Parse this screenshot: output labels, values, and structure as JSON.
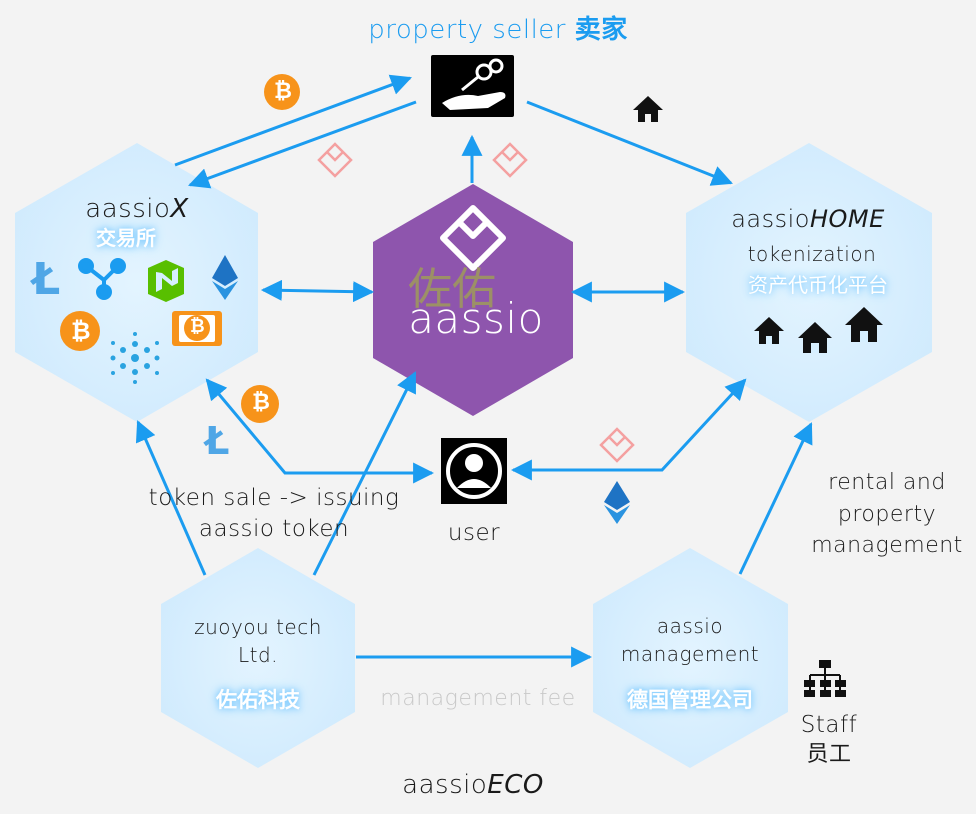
{
  "top": {
    "seller_label": "property seller",
    "seller_label_cn": "卖家"
  },
  "nodes": {
    "exchange": {
      "title": "aassio",
      "title_suffix": "X",
      "subtitle_cn": "交易所"
    },
    "center": {
      "brand_cn": "佐佑",
      "brand": "aassio"
    },
    "home": {
      "title": "aassio",
      "title_suffix": "HOME",
      "line2": "tokenization",
      "line3_cn": "资产代币化平台"
    },
    "zuoyou": {
      "line1": "zuoyou tech",
      "line2": "Ltd.",
      "line3_cn": "佐佑科技"
    },
    "management": {
      "line1": "aassio",
      "line2": "management",
      "line3_cn": "德国管理公司"
    }
  },
  "labels": {
    "token_sale_line1": "token sale -> issuing",
    "token_sale_line2": "aassio token",
    "user": "user",
    "rental_line1": "rental and",
    "rental_line2": "property",
    "rental_line3": "management",
    "management_fee": "management fee",
    "staff": "Staff",
    "staff_cn": "员工",
    "eco_prefix": "aassio",
    "eco_suffix": "ECO"
  },
  "icons": {
    "bitcoin_symbol": "₿",
    "litecoin_symbol": "Ł",
    "house": "house-icon",
    "keys": "hand-keys-icon",
    "user": "user-avatar-icon",
    "org": "org-chart-icon"
  },
  "colors": {
    "hex_fill": "#d6efff",
    "arrow": "#1b9cf0",
    "center_purple": "#8e55ad",
    "bitcoin": "#f7931a",
    "diamond": "#f4a0a0"
  }
}
